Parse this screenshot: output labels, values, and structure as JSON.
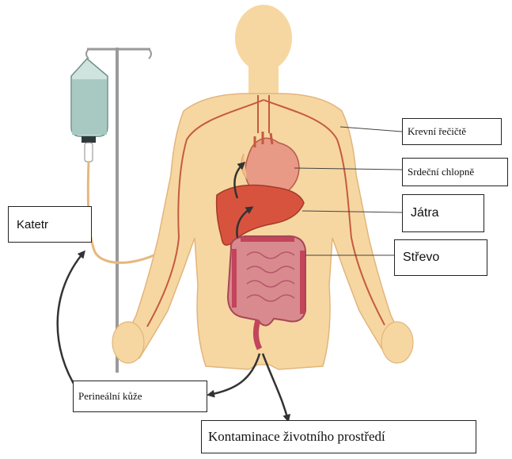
{
  "labels": {
    "blood_stream": "Krevní řečičtě",
    "heart_valves": "Srdeční chlopně",
    "liver": "Játra",
    "intestine": "Střevo",
    "catheter": "Katetr",
    "perineal_skin": "Perineální kůže",
    "env_contamination": "Kontaminace životního prostředí"
  },
  "colors": {
    "body": "#f6d7a1",
    "body_outline": "#e2b57b",
    "vessel": "#c65a3f",
    "liver": "#d8533e",
    "heart": "#e89a86",
    "intestine": "#d98a8f",
    "colon": "#c2455b",
    "iv_bag": "#a7c9c2",
    "catheter_line": "#e7b77c",
    "arrow": "#333333"
  }
}
